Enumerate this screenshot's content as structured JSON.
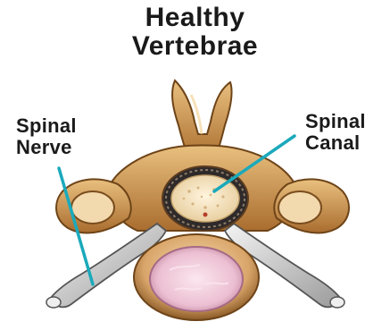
{
  "title": {
    "line1": "Healthy",
    "line2": "Vertebrae"
  },
  "labels": {
    "spinal_nerve": {
      "line1": "Spinal",
      "line2": "Nerve"
    },
    "spinal_canal": {
      "line1": "Spinal",
      "line2": "Canal"
    }
  },
  "colors": {
    "bone": "#c98e4d",
    "bone_light": "#f2d7a4",
    "bone_dark": "#6e4418",
    "disc_outer": "#d9c2b0",
    "disc_inner": "#f4cfe0",
    "nerve": "#d8d8d8",
    "spinal_cord": "#f6e6c8",
    "pointer_line": "#1ba9bb"
  }
}
